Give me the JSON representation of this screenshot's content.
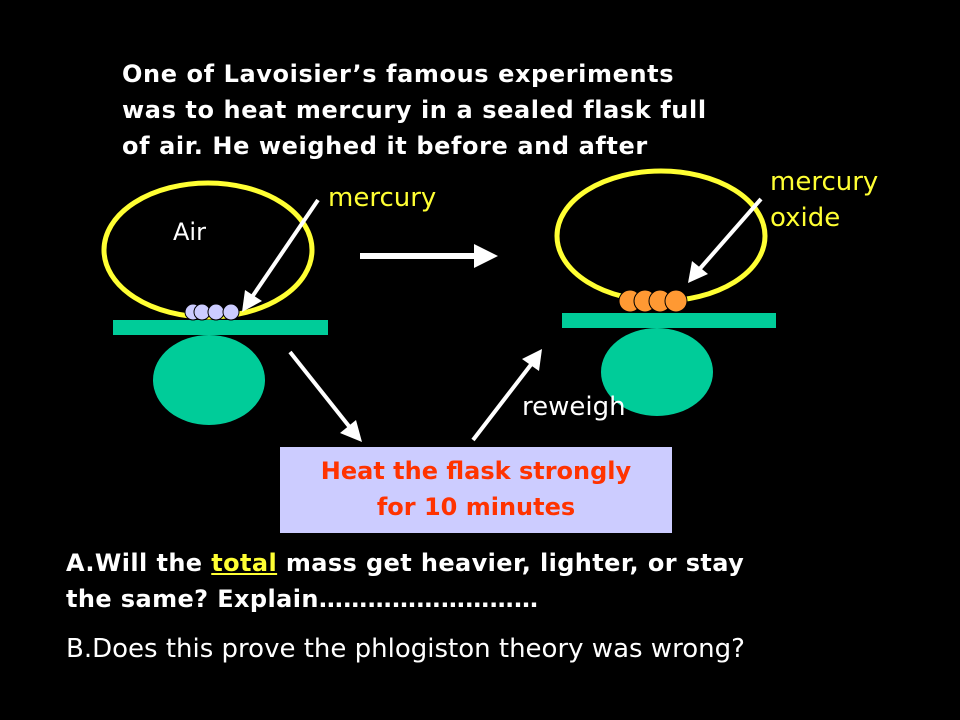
{
  "intro": {
    "line1": "One of Lavoisier’s famous experiments",
    "line2": "was to heat mercury in a sealed flask full",
    "line3": "of air. He weighed it before and after"
  },
  "labels": {
    "air": "Air",
    "mercury": "mercury",
    "mercury_oxide_line1": "mercury",
    "mercury_oxide_line2": "oxide",
    "reweigh": "reweigh"
  },
  "heat_box": {
    "line1": "Heat the flask strongly",
    "line2": "for 10 minutes"
  },
  "question_a": {
    "prefix": "A.Will the ",
    "underlined": "total",
    "suffix": " mass get heavier, lighter, or stay",
    "line2": "the same? Explain………………………"
  },
  "question_b": "B.Does this prove the phlogiston theory was wrong?",
  "colors": {
    "background": "#000000",
    "flask_outline": "#ffff33",
    "balance": "#00cc99",
    "mercury_dots": "#ccccff",
    "oxide_dots": "#ff9933",
    "heat_box_bg": "#ccccff",
    "heat_text": "#ff3300",
    "label_yellow": "#ffff33"
  }
}
